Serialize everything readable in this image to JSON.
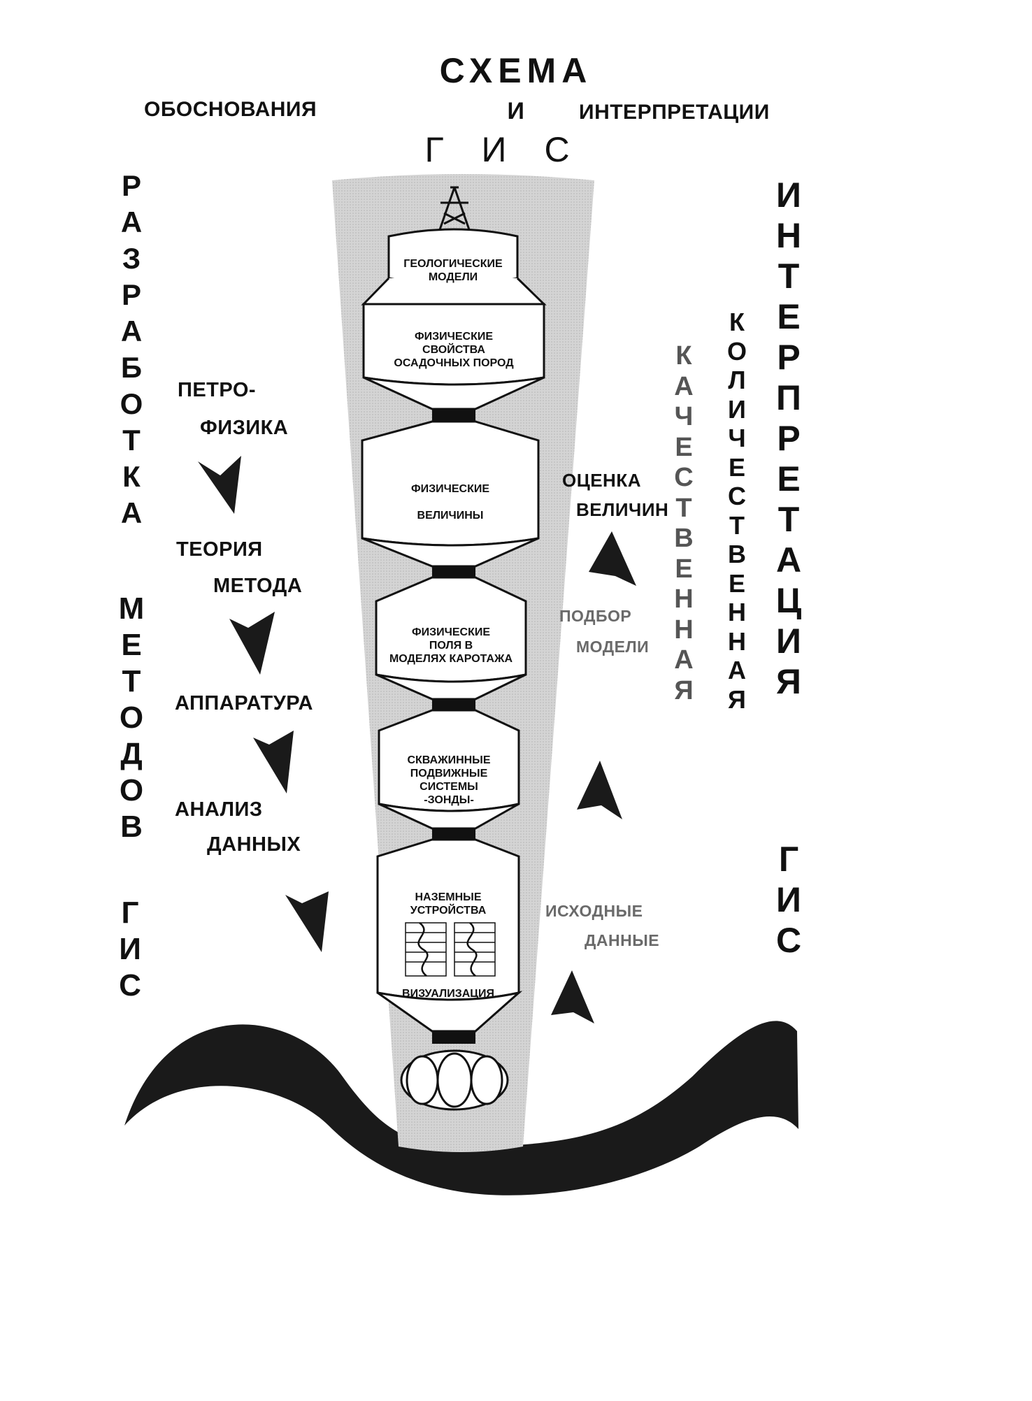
{
  "title": {
    "main": "СХЕМА",
    "obosnovaniya": "ОБОСНОВАНИЯ",
    "i": "И",
    "interpretacii": "ИНТЕРПРЕТАЦИИ",
    "gis": "ГИС"
  },
  "left_vertical": {
    "word1": "РАЗРАБОТКА",
    "word2": "МЕТОДОВ",
    "word3": "ГИС"
  },
  "right_vertical": {
    "kachestvennaya": "КАЧЕСТВЕННАЯ",
    "kolichestvennaya": "КОЛИЧЕСТВЕННАЯ",
    "interpretaciya": "ИНТЕРПРЕТАЦИЯ",
    "gis": "ГИС"
  },
  "left_steps": {
    "petro": "ПЕТРО-",
    "fizika": "ФИЗИКА",
    "teoriya": "ТЕОРИЯ",
    "metoda": "МЕТОДА",
    "apparatura": "АППАРАТУРА",
    "analiz": "АНАЛИЗ",
    "dannyh": "ДАННЫХ"
  },
  "right_steps": {
    "ocenka": "ОЦЕНКА",
    "velichin": "ВЕЛИЧИН",
    "podbor": "ПОДБОР",
    "modeli": "МОДЕЛИ",
    "ishodnye": "ИСХОДНЫЕ",
    "dannye": "ДАННЫЕ"
  },
  "stages": {
    "s1": [
      "ГЕОЛОГИЧЕСКИЕ",
      "МОДЕЛИ"
    ],
    "s2": [
      "ФИЗИЧЕСКИЕ",
      "СВОЙСТВА",
      "ОСАДОЧНЫХ ПОРОД"
    ],
    "s3a": "ФИЗИЧЕСКИЕ",
    "s3b": "ВЕЛИЧИНЫ",
    "s4": [
      "ФИЗИЧЕСКИЕ",
      "ПОЛЯ В",
      "МОДЕЛЯХ КАРОТАЖА"
    ],
    "s5": [
      "СКВАЖИННЫЕ",
      "ПОДВИЖНЫЕ",
      "СИСТЕМЫ",
      "-ЗОНДЫ-"
    ],
    "s6": [
      "НАЗЕМНЫЕ",
      "УСТРОЙСТВА"
    ],
    "s6b": "ВИЗУАЛИЗАЦИЯ"
  }
}
